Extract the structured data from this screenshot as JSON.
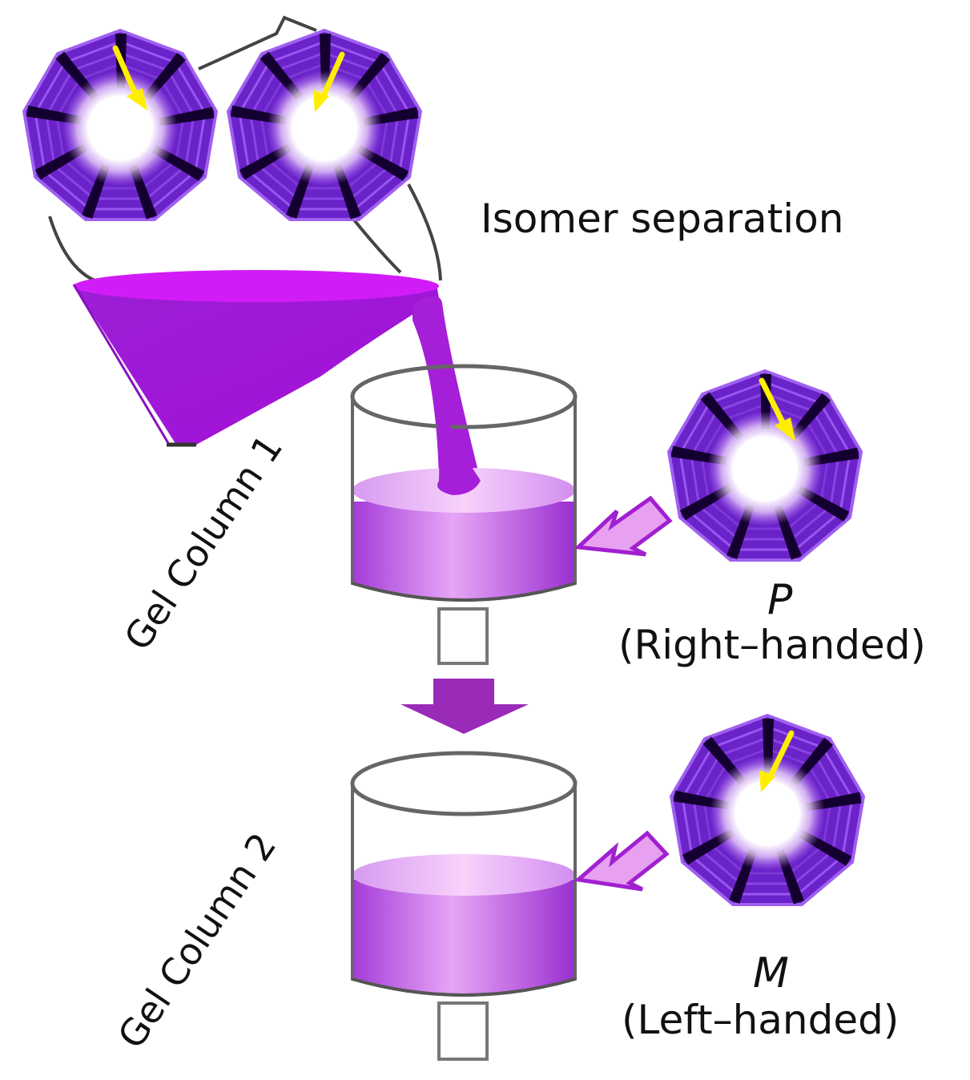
{
  "title": "Isomer separation",
  "columns": [
    {
      "label": "Gel Column 1"
    },
    {
      "label": "Gel Column 2"
    }
  ],
  "isomers": [
    {
      "symbol": "P",
      "description": "(Right–handed)"
    },
    {
      "symbol": "M",
      "description": "(Left–handed)"
    }
  ],
  "colors": {
    "ring": "#6a22c9",
    "ring_dark": "#140030",
    "liquid": "#b020e0",
    "column_fill": "#c860e8",
    "arrow_fill": "#e8a0f0",
    "arrow_stroke": "#a020d0",
    "down_arrow": "#9a2ab8",
    "pointer": "#ffee00",
    "outline": "#666666"
  }
}
